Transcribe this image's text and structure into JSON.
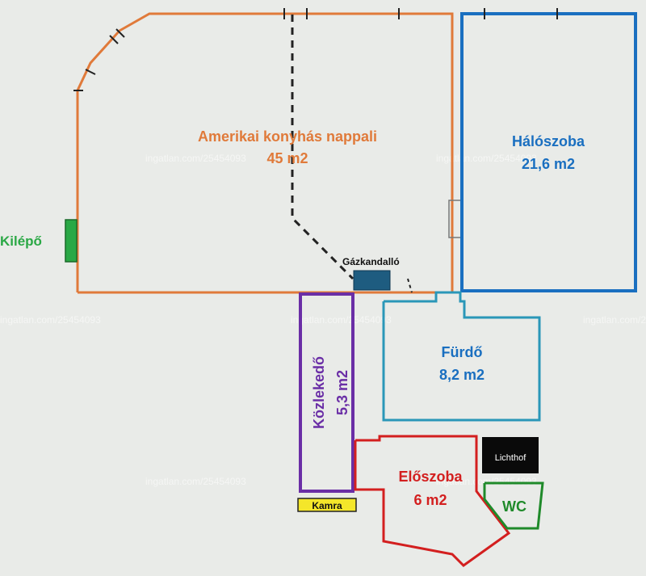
{
  "rooms": {
    "living": {
      "name": "Amerikai konyhás nappali",
      "area": "45 m2"
    },
    "bedroom": {
      "name": "Hálószoba",
      "area": "21,6 m2"
    },
    "bathroom": {
      "name": "Fürdő",
      "area": "8,2 m2"
    },
    "corridor": {
      "name": "Közlekedő",
      "area": "5,3 m2"
    },
    "hall": {
      "name": "Előszoba",
      "area": "6 m2"
    },
    "wc": {
      "name": "WC"
    },
    "lichthof": {
      "name": "Lichthof"
    },
    "kamra": {
      "name": "Kamra"
    },
    "balcony": {
      "name": "Kilépő"
    },
    "fireplace": {
      "name": "Gázkandalló"
    }
  },
  "watermark": "ingatlan.com/25454093",
  "colors": {
    "background": "#e9ebe8",
    "living": "#e07a3a",
    "bedroom": "#1a6fc0",
    "bathroom": "#2a97b8",
    "corridor": "#6a2ea6",
    "hall": "#d31f1f",
    "wc": "#1f8a2a",
    "balcony": "#2aa845",
    "kamra": "#f4e62a",
    "fireplace": "#1e5c80",
    "lichthof": "#0a0a0a"
  }
}
